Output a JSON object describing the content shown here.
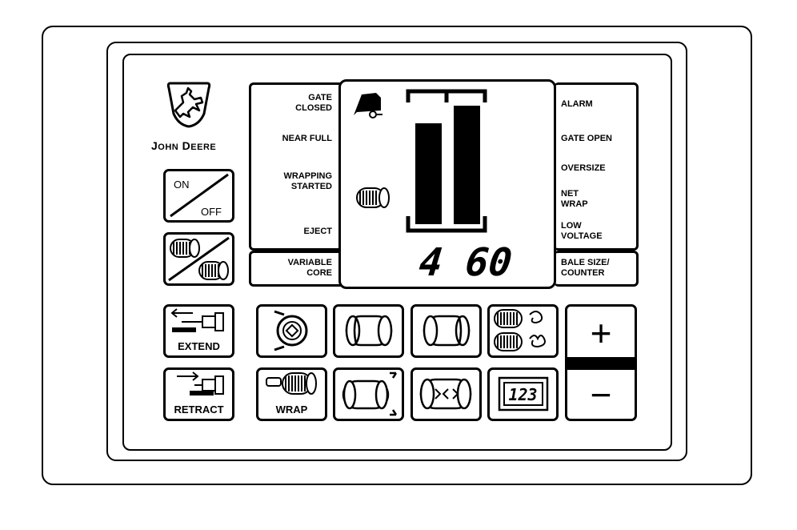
{
  "brand": {
    "name_first": "J",
    "name_first_rest": "OHN",
    "name_last": "D",
    "name_last_rest": "EERE"
  },
  "left_labels": {
    "gate_closed": "GATE\nCLOSED",
    "near_full": "NEAR FULL",
    "wrapping_started": "WRAPPING\nSTARTED",
    "eject": "EJECT",
    "variable_core": "VARIABLE\nCORE"
  },
  "right_labels": {
    "alarm": "ALARM",
    "gate_open": "GATE OPEN",
    "oversize": "OVERSIZE",
    "net_wrap": "NET\nWRAP",
    "low_voltage": "LOW\nVOLTAGE",
    "bale_size_counter": "BALE SIZE/\nCOUNTER"
  },
  "display": {
    "left_bar_level": 0.77,
    "right_bar_level": 0.9,
    "readout": "4 60"
  },
  "buttons": {
    "on_off": {
      "on": "ON",
      "off": "OFF"
    },
    "extend": "EXTEND",
    "retract": "RETRACT",
    "wrap": "WRAP",
    "plus": "+",
    "minus": "−",
    "counter": "123"
  },
  "colors": {
    "ink": "#000000",
    "background": "#ffffff"
  }
}
